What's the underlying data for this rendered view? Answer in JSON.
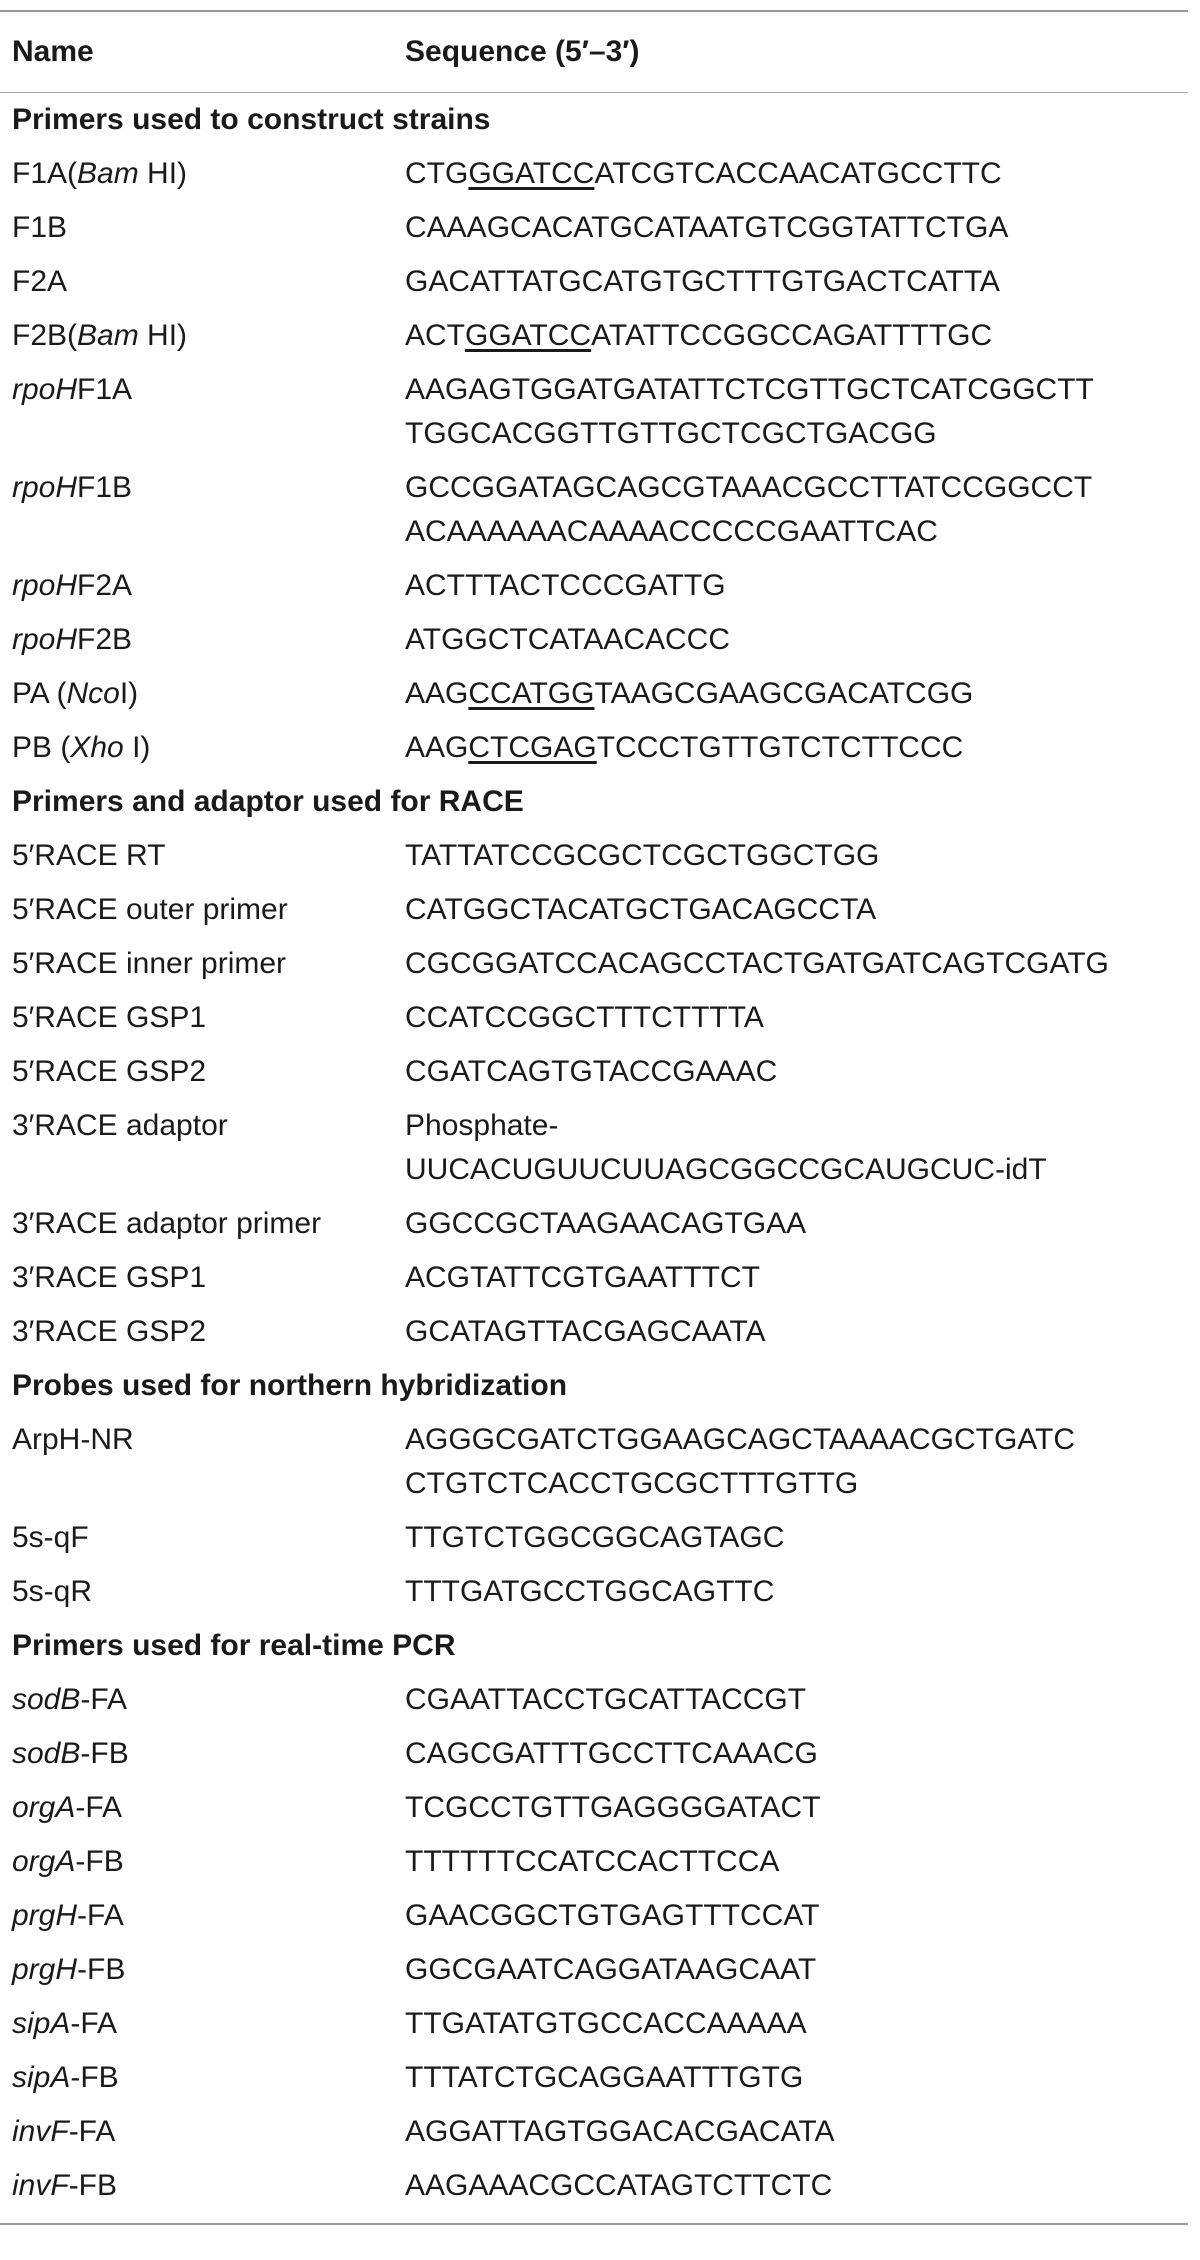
{
  "header": {
    "name": "Name",
    "sequence": "Sequence (5′–3′)"
  },
  "sections": [
    {
      "title": "Primers used to construct strains",
      "rows": [
        {
          "name": [
            {
              "t": "F1A("
            },
            {
              "t": "Bam",
              "i": true
            },
            {
              "t": " HI)"
            }
          ],
          "seq": [
            {
              "t": "CTG"
            },
            {
              "t": "GGATCC",
              "u": true
            },
            {
              "t": "ATCGTCACCAACATGCCTTC"
            }
          ]
        },
        {
          "name": [
            {
              "t": "F1B"
            }
          ],
          "seq": [
            {
              "t": "CAAAGCACATGCATAATGTCGGTATTCTGA"
            }
          ]
        },
        {
          "name": [
            {
              "t": "F2A"
            }
          ],
          "seq": [
            {
              "t": "GACATTATGCATGTGCTTTGTGACTCATTA"
            }
          ]
        },
        {
          "name": [
            {
              "t": "F2B("
            },
            {
              "t": "Bam",
              "i": true
            },
            {
              "t": " HI)"
            }
          ],
          "seq": [
            {
              "t": "ACT"
            },
            {
              "t": "GGATCC",
              "u": true
            },
            {
              "t": "ATATTCCGGCCAGATTTTGC"
            }
          ]
        },
        {
          "name": [
            {
              "t": "rpoH",
              "i": true
            },
            {
              "t": "F1A"
            }
          ],
          "seq": [
            {
              "t": "AAGAGTGGATGATATTCTCGTTGCTCATCGGCTT"
            },
            {
              "br": true
            },
            {
              "t": "TGGCACGGTTGTTGCTCGCTGACGG"
            }
          ]
        },
        {
          "name": [
            {
              "t": "rpoH",
              "i": true
            },
            {
              "t": "F1B"
            }
          ],
          "seq": [
            {
              "t": "GCCGGATAGCAGCGTAAACGCCTTATCCGGCCT"
            },
            {
              "br": true
            },
            {
              "t": "ACAAAAAACAAAACCCCCGAATTCAC"
            }
          ]
        },
        {
          "name": [
            {
              "t": "rpoH",
              "i": true
            },
            {
              "t": "F2A"
            }
          ],
          "seq": [
            {
              "t": "ACTTTACTCCCGATTG"
            }
          ]
        },
        {
          "name": [
            {
              "t": "rpoH",
              "i": true
            },
            {
              "t": "F2B"
            }
          ],
          "seq": [
            {
              "t": "ATGGCTCATAACACCC"
            }
          ]
        },
        {
          "name": [
            {
              "t": "PA ("
            },
            {
              "t": "Nco",
              "i": true
            },
            {
              "t": "I)"
            }
          ],
          "seq": [
            {
              "t": "AAG"
            },
            {
              "t": "CCATGG",
              "u": true
            },
            {
              "t": "TAAGCGAAGCGACATCGG"
            }
          ]
        },
        {
          "name": [
            {
              "t": "PB ("
            },
            {
              "t": "Xho",
              "i": true
            },
            {
              "t": " I)"
            }
          ],
          "seq": [
            {
              "t": "AAG"
            },
            {
              "t": "CTCGAG",
              "u": true
            },
            {
              "t": "TCCCTGTTGTCTCTTCCC"
            }
          ]
        }
      ]
    },
    {
      "title": "Primers and adaptor used for RACE",
      "rows": [
        {
          "name": [
            {
              "t": "5′RACE RT"
            }
          ],
          "seq": [
            {
              "t": "TATTATCCGCGCTCGCTGGCTGG"
            }
          ]
        },
        {
          "name": [
            {
              "t": "5′RACE outer primer"
            }
          ],
          "seq": [
            {
              "t": "CATGGCTACATGCTGACAGCCTA"
            }
          ]
        },
        {
          "name": [
            {
              "t": "5′RACE inner primer"
            }
          ],
          "seq": [
            {
              "t": "CGCGGATCCACAGCCTACTGATGATCAGTCGATG"
            }
          ]
        },
        {
          "name": [
            {
              "t": "5′RACE GSP1"
            }
          ],
          "seq": [
            {
              "t": "CCATCCGGCTTTCTTTTA"
            }
          ]
        },
        {
          "name": [
            {
              "t": "5′RACE GSP2"
            }
          ],
          "seq": [
            {
              "t": "CGATCAGTGTACCGAAAC"
            }
          ]
        },
        {
          "name": [
            {
              "t": "3′RACE adaptor"
            }
          ],
          "seq": [
            {
              "t": "Phosphate-"
            },
            {
              "br": true
            },
            {
              "t": "UUCACUGUUCUUAGCGGCCGCAUGCUC-idT"
            }
          ]
        },
        {
          "name": [
            {
              "t": "3′RACE adaptor primer"
            }
          ],
          "seq": [
            {
              "t": "GGCCGCTAAGAACAGTGAA"
            }
          ]
        },
        {
          "name": [
            {
              "t": "3′RACE GSP1"
            }
          ],
          "seq": [
            {
              "t": "ACGTATTCGTGAATTTCT"
            }
          ]
        },
        {
          "name": [
            {
              "t": "3′RACE GSP2"
            }
          ],
          "seq": [
            {
              "t": "GCATAGTTACGAGCAATA"
            }
          ]
        }
      ]
    },
    {
      "title": "Probes used for northern hybridization",
      "rows": [
        {
          "name": [
            {
              "t": "ArpH-NR"
            }
          ],
          "seq": [
            {
              "t": "AGGGCGATCTGGAAGCAGCTAAAACGCTGATC"
            },
            {
              "br": true
            },
            {
              "t": "CTGTCTCACCTGCGCTTTGTTG"
            }
          ]
        },
        {
          "name": [
            {
              "t": "5s-qF"
            }
          ],
          "seq": [
            {
              "t": "TTGTCTGGCGGCAGTAGC"
            }
          ]
        },
        {
          "name": [
            {
              "t": "5s-qR"
            }
          ],
          "seq": [
            {
              "t": "TTTGATGCCTGGCAGTTC"
            }
          ]
        }
      ]
    },
    {
      "title": "Primers used for real-time PCR",
      "rows": [
        {
          "name": [
            {
              "t": "sodB",
              "i": true
            },
            {
              "t": "-FA"
            }
          ],
          "seq": [
            {
              "t": "CGAATTACCTGCATTACCGT"
            }
          ]
        },
        {
          "name": [
            {
              "t": "sodB",
              "i": true
            },
            {
              "t": "-FB"
            }
          ],
          "seq": [
            {
              "t": "CAGCGATTTGCCTTCAAACG"
            }
          ]
        },
        {
          "name": [
            {
              "t": "orgA",
              "i": true
            },
            {
              "t": "-FA"
            }
          ],
          "seq": [
            {
              "t": "TCGCCTGTTGAGGGGATACT"
            }
          ]
        },
        {
          "name": [
            {
              "t": "orgA",
              "i": true
            },
            {
              "t": "-FB"
            }
          ],
          "seq": [
            {
              "t": "TTTTTTCCATCCACTTCCA"
            }
          ]
        },
        {
          "name": [
            {
              "t": "prgH",
              "i": true
            },
            {
              "t": "-FA"
            }
          ],
          "seq": [
            {
              "t": "GAACGGCTGTGAGTTTCCAT"
            }
          ]
        },
        {
          "name": [
            {
              "t": "prgH",
              "i": true
            },
            {
              "t": "-FB"
            }
          ],
          "seq": [
            {
              "t": "GGCGAATCAGGATAAGCAAT"
            }
          ]
        },
        {
          "name": [
            {
              "t": "sipA",
              "i": true
            },
            {
              "t": "-FA"
            }
          ],
          "seq": [
            {
              "t": "TTGATATGTGCCACCAAAAA"
            }
          ]
        },
        {
          "name": [
            {
              "t": "sipA",
              "i": true
            },
            {
              "t": "-FB"
            }
          ],
          "seq": [
            {
              "t": "TTTATCTGCAGGAATTTGTG"
            }
          ]
        },
        {
          "name": [
            {
              "t": "invF",
              "i": true
            },
            {
              "t": "-FA"
            }
          ],
          "seq": [
            {
              "t": "AGGATTAGTGGACACGACATA"
            }
          ]
        },
        {
          "name": [
            {
              "t": "invF",
              "i": true
            },
            {
              "t": "-FB"
            }
          ],
          "seq": [
            {
              "t": "AAGAAACGCCATAGTCTTCTC"
            }
          ]
        }
      ]
    }
  ]
}
